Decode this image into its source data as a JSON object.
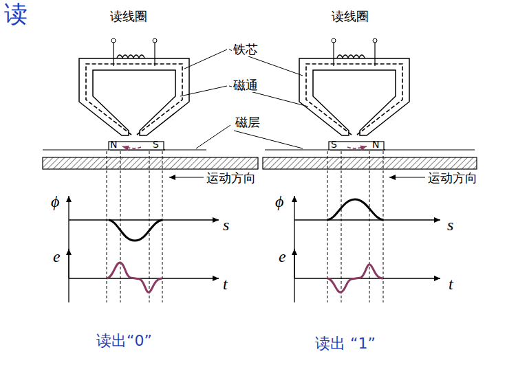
{
  "diagram": {
    "title": "读",
    "labels": [
      "读线圈",
      "读线圈",
      "铁芯",
      "磁通",
      "磁层",
      "N",
      "S",
      "S",
      "N",
      "运动方向",
      "运动方向",
      "ϕ",
      "s",
      "e",
      "t",
      "ϕ",
      "s",
      "e",
      "t",
      "读出“0”",
      "读出 “1”"
    ]
  }
}
